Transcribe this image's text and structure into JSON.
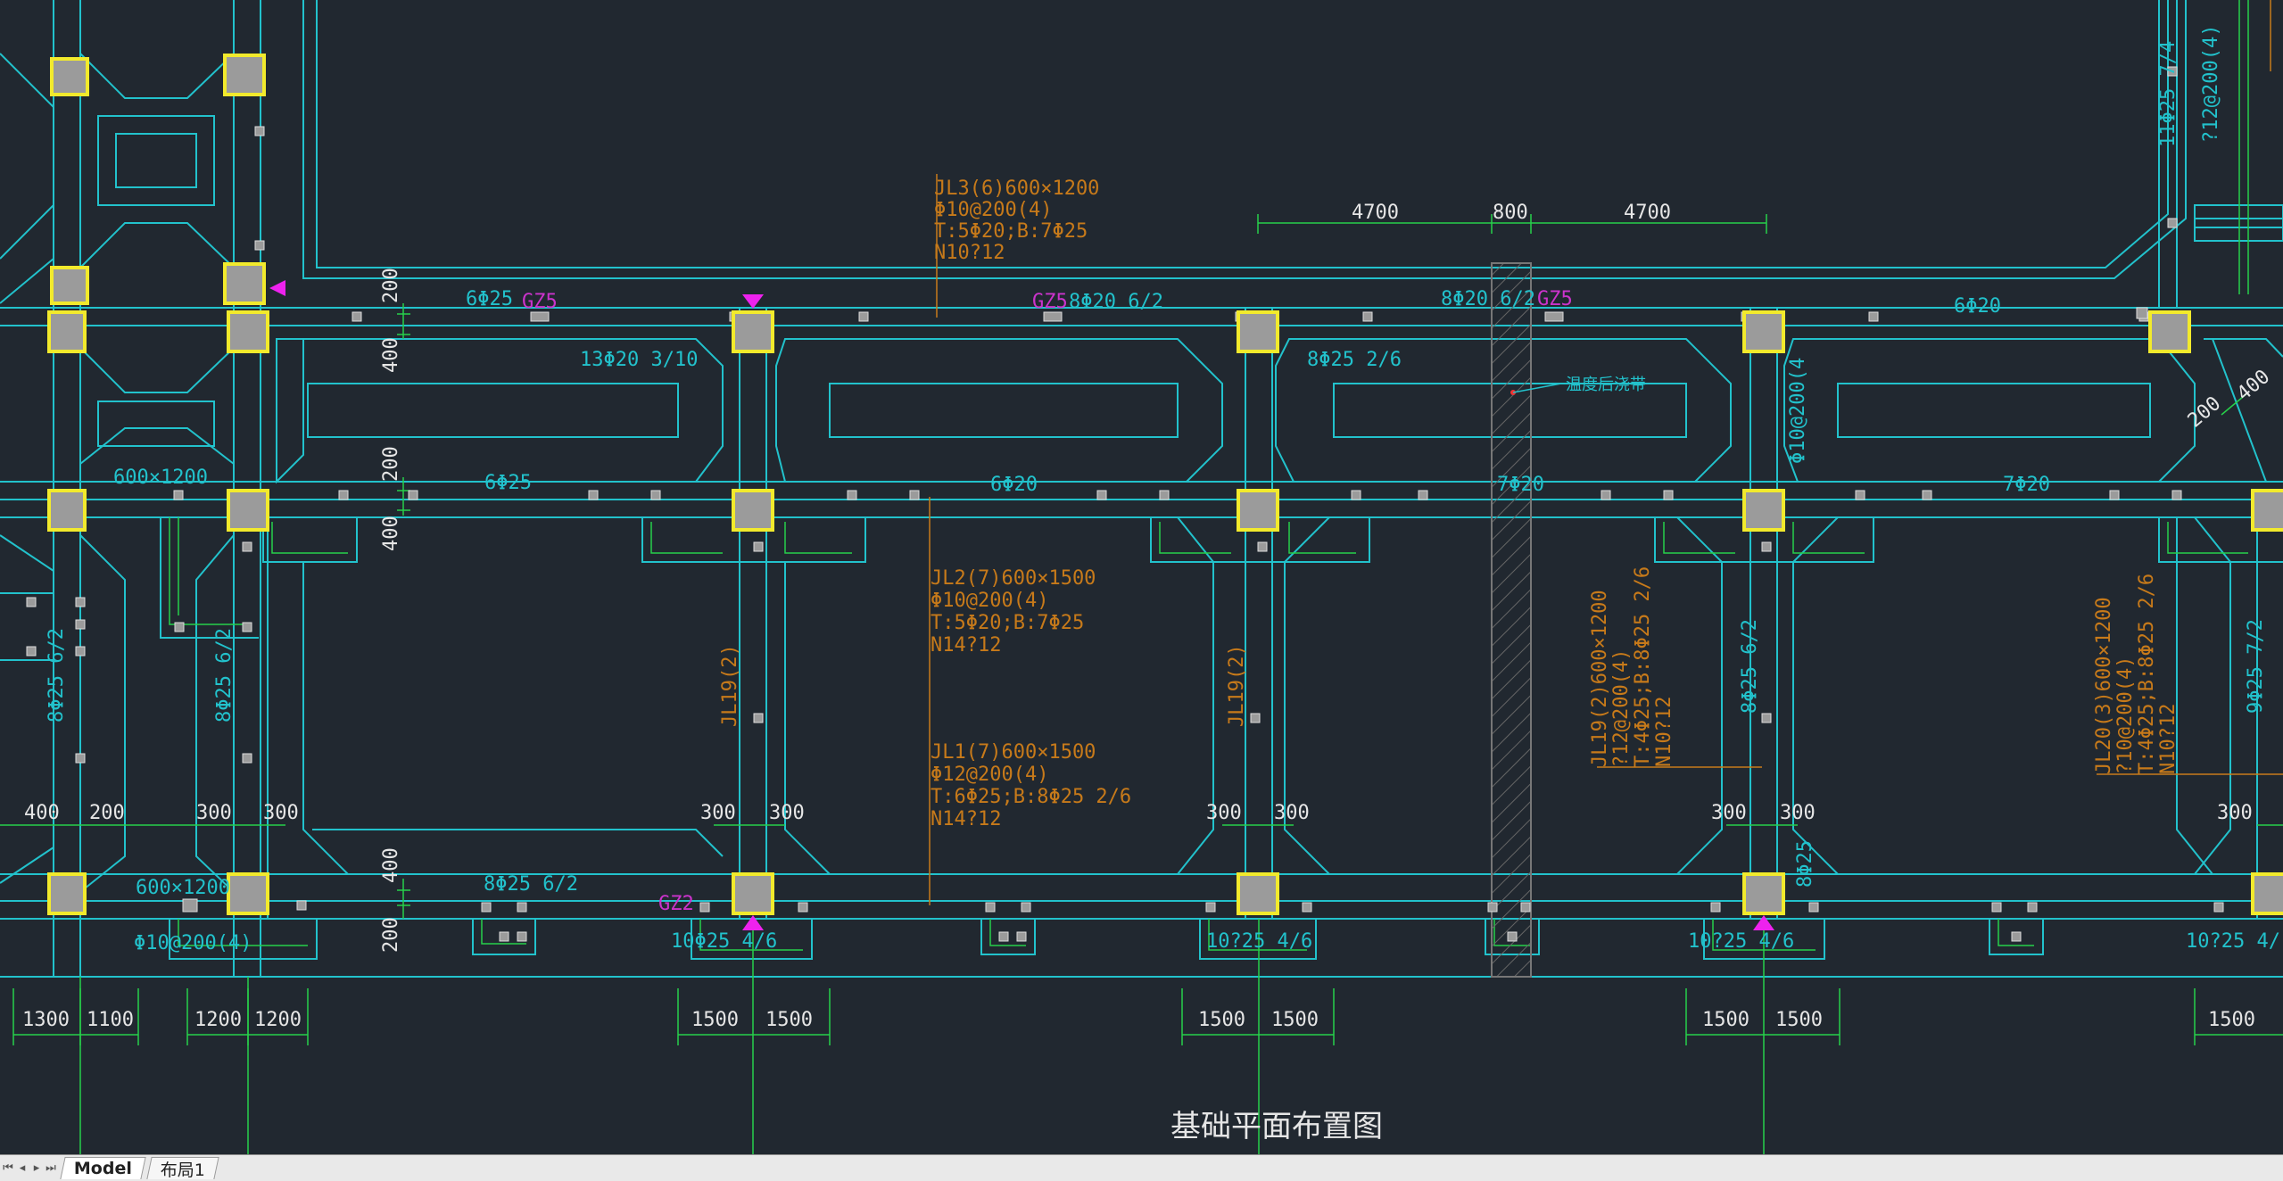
{
  "drawing": {
    "title": "基础平面布置图",
    "colors": {
      "background": "#212830",
      "beam": "#22c2cc",
      "column_fill": "#9b9b9b",
      "column_border": "#f2ea2c",
      "dimension": "#27d04a",
      "magenta": "#cc33cc",
      "orange": "#c77a1a",
      "pour_strip": "#777777"
    },
    "beam_labels": [
      {
        "lines": [
          "JL3(6)600×1200",
          "Φ10@200(4)",
          "T:5Φ20;B:7Φ25",
          "N10?12"
        ]
      },
      {
        "lines": [
          "JL2(7)600×1500",
          "Φ10@200(4)",
          "T:5Φ20;B:7Φ25",
          "N14?12"
        ]
      },
      {
        "lines": [
          "JL1(7)600×1500",
          "Φ12@200(4)",
          "T:6Φ25;B:8Φ25 2/6",
          "N14?12"
        ]
      }
    ],
    "vertical_beam_labels": [
      {
        "lines": [
          "JL19(2)600×1200",
          "?12@200(4)",
          "T:4Φ25;B:8Φ25 2/6",
          "N10?12"
        ]
      },
      {
        "lines": [
          "JL20(3)600×1200",
          "?10@200(4)",
          "T:4Φ25;B:8Φ25 2/6",
          "N10?12"
        ]
      }
    ],
    "rebar_labels": [
      "6Φ25",
      "8Φ20 6/2",
      "8Φ20 6/2",
      "6Φ20",
      "13Φ20 3/10",
      "8Φ25 2/6",
      "6Φ25",
      "6Φ20",
      "7Φ20",
      "7Φ20",
      "8Φ25 6/2",
      "10Φ25 4/6",
      "10?25 4/6",
      "10?25 4/6",
      "10?25 4/"
    ],
    "vertical_rebar_labels": [
      "8Φ25 6/2",
      "8Φ25 6/2",
      "8Φ25 6/2",
      "9Φ25 7/2",
      "11Φ25 7/4",
      "?12@200(4)",
      "Φ10@200(4",
      "8Φ25",
      "JL19(2)",
      "JL19(2)"
    ],
    "misc_labels": [
      "600×1200",
      "600×1200",
      "Φ10@200(4)",
      "温度后浇带"
    ],
    "column_tags": [
      "GZ5",
      "GZ5",
      "GZ5",
      "GZ2"
    ],
    "dimensions_top": [
      "4700",
      "800",
      "4700"
    ],
    "dimensions_vertical": [
      "200",
      "400",
      "200",
      "400",
      "400",
      "200",
      "200",
      "400"
    ],
    "dimensions_mid": [
      "400",
      "200",
      "300",
      "300",
      "300",
      "300",
      "300",
      "300",
      "300",
      "300",
      "300"
    ],
    "dimensions_bottom": [
      "1300",
      "1100",
      "1200",
      "1200",
      "1500",
      "1500",
      "1500",
      "1500",
      "1500",
      "1500",
      "1500"
    ]
  },
  "tabs": {
    "items": [
      {
        "label": "Model",
        "active": true
      },
      {
        "label": "布局1",
        "active": false
      }
    ],
    "nav": [
      "first-icon",
      "prev-icon",
      "next-icon",
      "last-icon"
    ]
  }
}
